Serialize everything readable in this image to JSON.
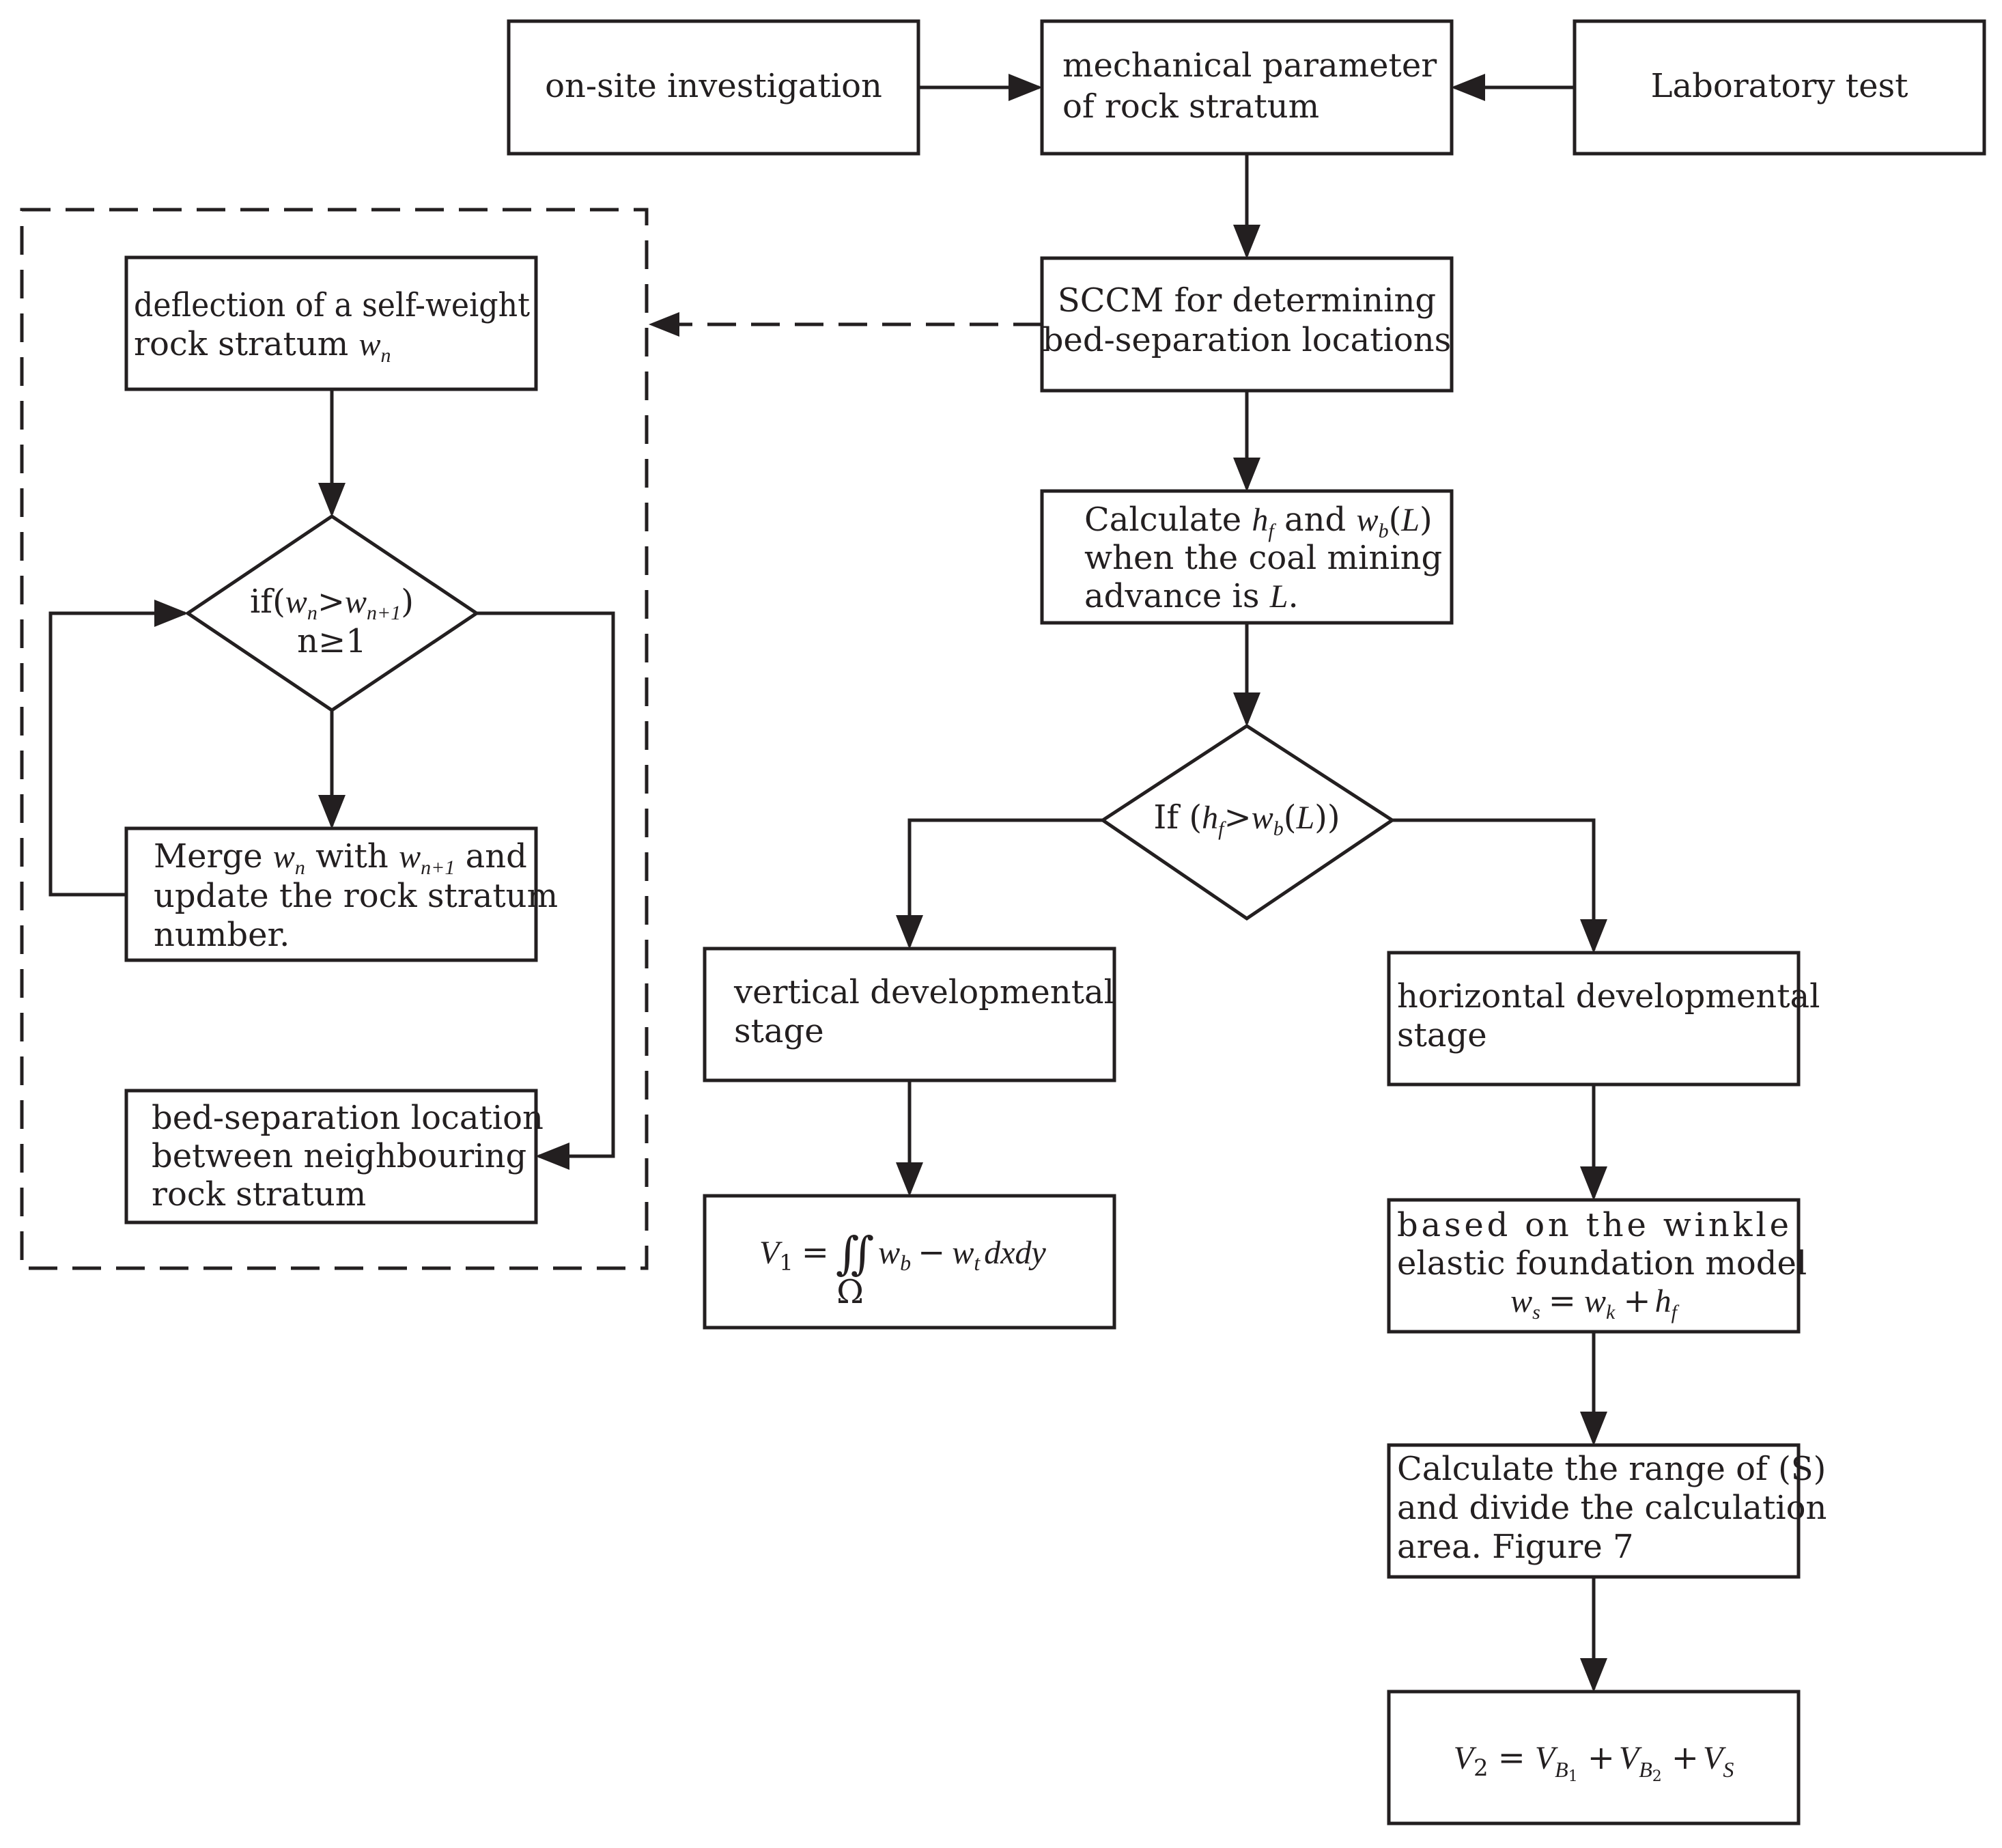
{
  "nodes": {
    "onsite": {
      "label": "on-site investigation"
    },
    "mechanical": {
      "line1": "mechanical parameter",
      "line2": "of rock stratum"
    },
    "laboratory": {
      "label": "Laboratory test"
    },
    "sccm": {
      "line1": "SCCM for determining",
      "line2": "bed-separation locations"
    },
    "deflection": {
      "line1": "deflection of a self-weight",
      "line2_text": "rock stratum ",
      "var": "w",
      "sub": "n"
    },
    "calculate_h": {
      "l1_a": "Calculate ",
      "l1_h": "h",
      "l1_hsub": "f",
      "l1_b": " and ",
      "l1_w": "w",
      "l1_wsub": "b",
      "l1_c": "(",
      "l1_L": "L",
      "l1_d": ")",
      "line2": "when the coal mining",
      "l3_a": "advance is ",
      "l3_L": "L",
      "l3_b": "."
    },
    "decision_left": {
      "l1_a": "if(",
      "l1_w1": "w",
      "l1_s1": "n",
      "l1_gt": ">",
      "l1_w2": "w",
      "l1_s2": "n+1",
      "l1_b": ")",
      "line2": "n≥1"
    },
    "decision_right": {
      "a": "If (",
      "h": "h",
      "hsub": "f",
      "gt": ">",
      "w": "w",
      "wsub": "b",
      "b": "(",
      "L": "L",
      "c": "))"
    },
    "merge": {
      "l1_a": "Merge ",
      "l1_w1": "w",
      "l1_s1": "n",
      "l1_b": " with ",
      "l1_w2": "w",
      "l1_s2": "n+1",
      "l1_c": " and",
      "line2": "update the rock stratum",
      "line3": "number."
    },
    "bedsep": {
      "line1": "bed-separation location",
      "line2": "between neighbouring",
      "line3": "rock stratum"
    },
    "vertical": {
      "line1": "vertical developmental",
      "line2": "stage"
    },
    "horizontal": {
      "line1": "horizontal developmental",
      "line2": "stage"
    },
    "v1_formula": {
      "V": "V",
      "Vsub": "1",
      "eq": "=",
      "integral": "∬",
      "omega": "Ω",
      "wb": "w",
      "wbsub": "b",
      "minus": "−",
      "wt": "w",
      "wtsub": "t",
      "dxdy": "dxdy"
    },
    "winkle": {
      "line1": "based on the winkle",
      "line2": "elastic foundation model",
      "ws": "w",
      "wssub": "s",
      "eq": "=",
      "wk": "w",
      "wksub": "k",
      "plus": "+",
      "hf": "h",
      "hfsub": "f"
    },
    "range": {
      "line1": "Calculate the range of (S)",
      "line2": "and divide the calculation",
      "line3": "area. Figure 7"
    },
    "v2_formula": {
      "V": "V",
      "Vsub": "2",
      "eq": "=",
      "VB1": "V",
      "B1": "B",
      "B1n": "1",
      "plus1": "+",
      "VB2": "V",
      "B2": "B",
      "B2n": "2",
      "plus2": "+",
      "VS": "V",
      "S": "S"
    }
  },
  "colors": {
    "stroke": "#231f20",
    "background": "#ffffff"
  }
}
